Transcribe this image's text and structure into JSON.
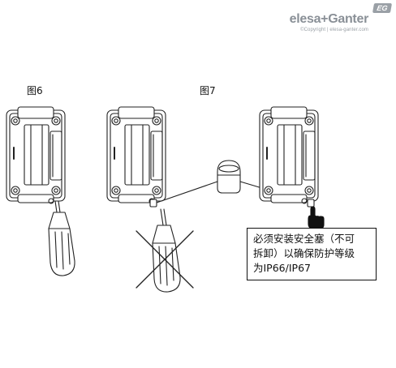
{
  "brand": {
    "badge": "EG",
    "name_a": "elesa",
    "name_plus": "+",
    "name_b": "Ganter",
    "sub": "©Copyright | elesa-ganter.com"
  },
  "figures": {
    "fig6": "图6",
    "fig7": "图7"
  },
  "callout": {
    "line1": "必须安装安全塞（不可",
    "line2": "拆卸）以确保防护等级",
    "line3": "为IP66/IP67"
  }
}
